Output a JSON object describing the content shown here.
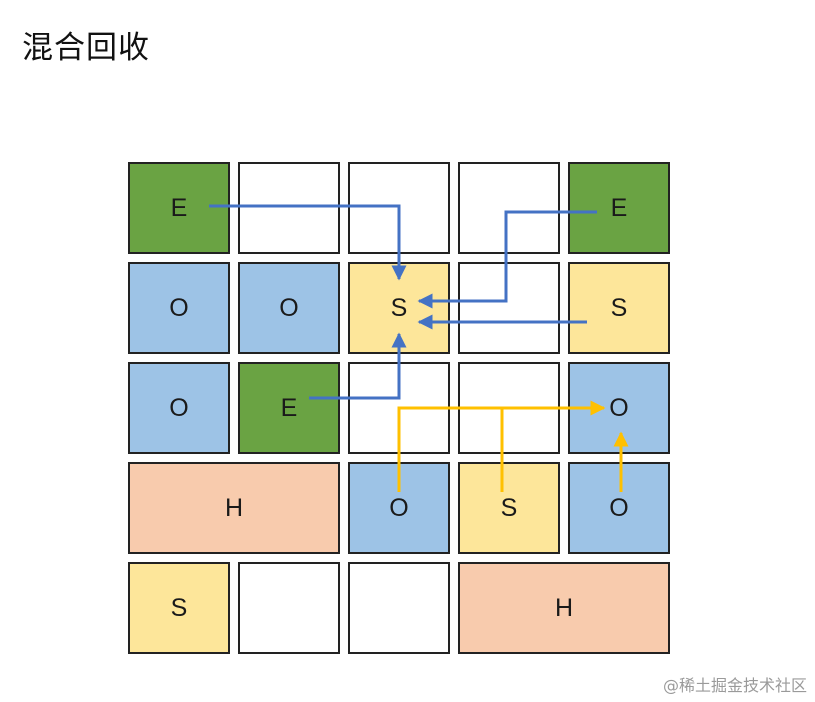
{
  "title": "混合回收",
  "watermark": "@稀土掘金技术社区",
  "colors": {
    "E": "#6aa343",
    "O": "#9dc3e6",
    "S": "#fde69a",
    "H": "#f8cbad",
    "empty": "#ffffff",
    "blue_arrow": "#4472c4",
    "yellow_arrow": "#ffc000"
  },
  "regions": [
    {
      "label": "E",
      "type": "E",
      "row": 0,
      "col": 0,
      "span": 1
    },
    {
      "label": "",
      "type": "empty",
      "row": 0,
      "col": 1,
      "span": 1
    },
    {
      "label": "",
      "type": "empty",
      "row": 0,
      "col": 2,
      "span": 1
    },
    {
      "label": "",
      "type": "empty",
      "row": 0,
      "col": 3,
      "span": 1
    },
    {
      "label": "E",
      "type": "E",
      "row": 0,
      "col": 4,
      "span": 1
    },
    {
      "label": "O",
      "type": "O",
      "row": 1,
      "col": 0,
      "span": 1
    },
    {
      "label": "O",
      "type": "O",
      "row": 1,
      "col": 1,
      "span": 1
    },
    {
      "label": "S",
      "type": "S",
      "row": 1,
      "col": 2,
      "span": 1
    },
    {
      "label": "",
      "type": "empty",
      "row": 1,
      "col": 3,
      "span": 1
    },
    {
      "label": "S",
      "type": "S",
      "row": 1,
      "col": 4,
      "span": 1
    },
    {
      "label": "O",
      "type": "O",
      "row": 2,
      "col": 0,
      "span": 1
    },
    {
      "label": "E",
      "type": "E",
      "row": 2,
      "col": 1,
      "span": 1
    },
    {
      "label": "",
      "type": "empty",
      "row": 2,
      "col": 2,
      "span": 1
    },
    {
      "label": "",
      "type": "empty",
      "row": 2,
      "col": 3,
      "span": 1
    },
    {
      "label": "O",
      "type": "O",
      "row": 2,
      "col": 4,
      "span": 1
    },
    {
      "label": "H",
      "type": "H",
      "row": 3,
      "col": 0,
      "span": 2
    },
    {
      "label": "O",
      "type": "O",
      "row": 3,
      "col": 2,
      "span": 1
    },
    {
      "label": "S",
      "type": "S",
      "row": 3,
      "col": 3,
      "span": 1
    },
    {
      "label": "O",
      "type": "O",
      "row": 3,
      "col": 4,
      "span": 1
    },
    {
      "label": "S",
      "type": "S",
      "row": 4,
      "col": 0,
      "span": 1
    },
    {
      "label": "",
      "type": "empty",
      "row": 4,
      "col": 1,
      "span": 1
    },
    {
      "label": "",
      "type": "empty",
      "row": 4,
      "col": 2,
      "span": 1
    },
    {
      "label": "H",
      "type": "H",
      "row": 4,
      "col": 3,
      "span": 2
    }
  ],
  "arrows": [
    {
      "from": "E (row 0, col 0)",
      "to": "S (row 1, col 2)",
      "color": "blue"
    },
    {
      "from": "E (row 0, col 4)",
      "to": "S (row 1, col 2)",
      "color": "blue"
    },
    {
      "from": "S (row 1, col 4)",
      "to": "S (row 1, col 2)",
      "color": "blue"
    },
    {
      "from": "E (row 2, col 1)",
      "to": "S (row 1, col 2)",
      "color": "blue"
    },
    {
      "from": "O (row 3, col 2)",
      "to": "O (row 2, col 4)",
      "color": "yellow"
    },
    {
      "from": "S (row 3, col 3)",
      "to": "O (row 2, col 4)",
      "color": "yellow"
    },
    {
      "from": "O (row 3, col 4)",
      "to": "O (row 2, col 4)",
      "color": "yellow"
    }
  ]
}
